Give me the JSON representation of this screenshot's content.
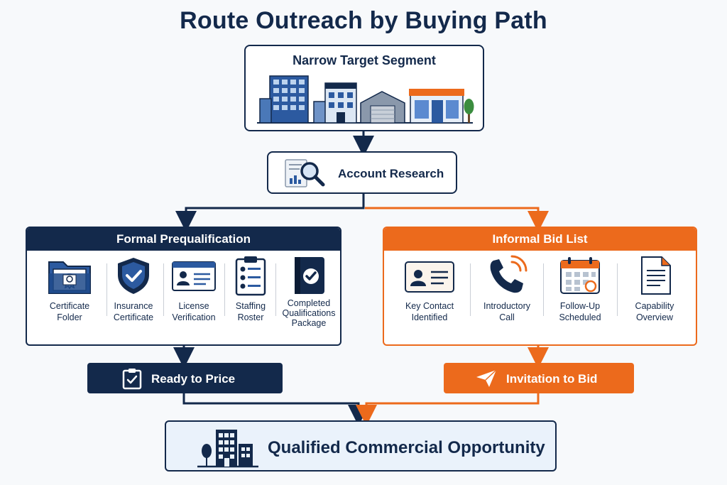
{
  "title": "Route Outreach by Buying Path",
  "segment": {
    "label": "Narrow Target Segment",
    "icon": "buildings-illustration"
  },
  "research": {
    "label": "Account Research",
    "icon": "magnifier-report-icon"
  },
  "formal": {
    "header": "Formal Prequalification",
    "items": [
      {
        "line1": "Certificate",
        "line2": "Folder",
        "icon": "folder-certificate-icon"
      },
      {
        "line1": "Insurance",
        "line2": "Certificate",
        "icon": "shield-check-icon"
      },
      {
        "line1": "License",
        "line2": "Verification",
        "icon": "id-card-icon"
      },
      {
        "line1": "Staffing",
        "line2": "Roster",
        "icon": "clipboard-roster-icon"
      },
      {
        "line1": "Completed",
        "line2": "Qualifications",
        "line3": "Package",
        "icon": "binder-check-icon"
      }
    ],
    "result": "Ready to Price"
  },
  "informal": {
    "header": "Informal Bid List",
    "items": [
      {
        "line1": "Key Contact",
        "line2": "Identified",
        "icon": "contact-card-icon"
      },
      {
        "line1": "Introductory",
        "line2": "Call",
        "icon": "phone-icon"
      },
      {
        "line1": "Follow-Up",
        "line2": "Scheduled",
        "icon": "calendar-icon"
      },
      {
        "line1": "Capability",
        "line2": "Overview",
        "icon": "document-icon"
      }
    ],
    "result": "Invitation to Bid"
  },
  "final": {
    "label": "Qualified Commercial Opportunity",
    "icon": "office-building-icon"
  },
  "colors": {
    "navy": "#13294b",
    "orange": "#ec6a1c",
    "final_fill": "#eaf2fb"
  }
}
